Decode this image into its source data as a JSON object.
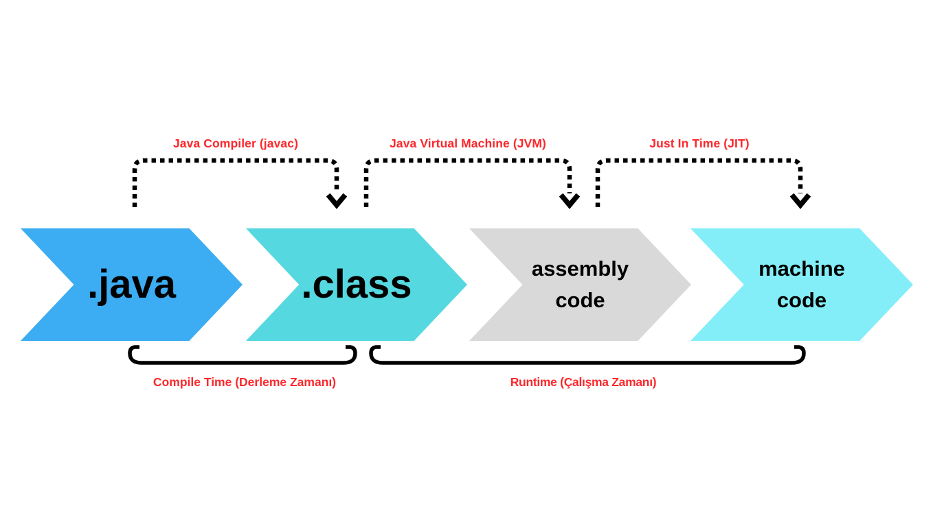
{
  "diagram": {
    "background": "#ffffff",
    "stages": [
      {
        "name": "java-source-file",
        "line1": ".java",
        "line2": "",
        "fill": "#3cadf2",
        "text_color": "#000000"
      },
      {
        "name": "class-bytecode",
        "line1": ".class",
        "line2": "",
        "fill": "#55d8df",
        "text_color": "#000000"
      },
      {
        "name": "assembly-code",
        "line1": "assembly",
        "line2": "code",
        "fill": "#d9d9d9",
        "text_color": "#000000"
      },
      {
        "name": "machine-code",
        "line1": "machine",
        "line2": "code",
        "fill": "#84eef8",
        "text_color": "#000000"
      }
    ],
    "connectors": [
      {
        "label": "Java Compiler (javac)"
      },
      {
        "label": "Java Virtual Machine (JVM)"
      },
      {
        "label": "Just In Time (JIT)"
      }
    ],
    "phases": [
      {
        "label": "Compile Time (Derleme Zamanı)"
      },
      {
        "label": "Runtime (Çalışma Zamanı)"
      }
    ],
    "icons": {
      "connector_style": "dashed-elbow-arrow-down-icon",
      "phase_style": "bottom-bracket-icon"
    },
    "colors": {
      "label_red": "#fb282c",
      "line_black": "#000000"
    }
  }
}
